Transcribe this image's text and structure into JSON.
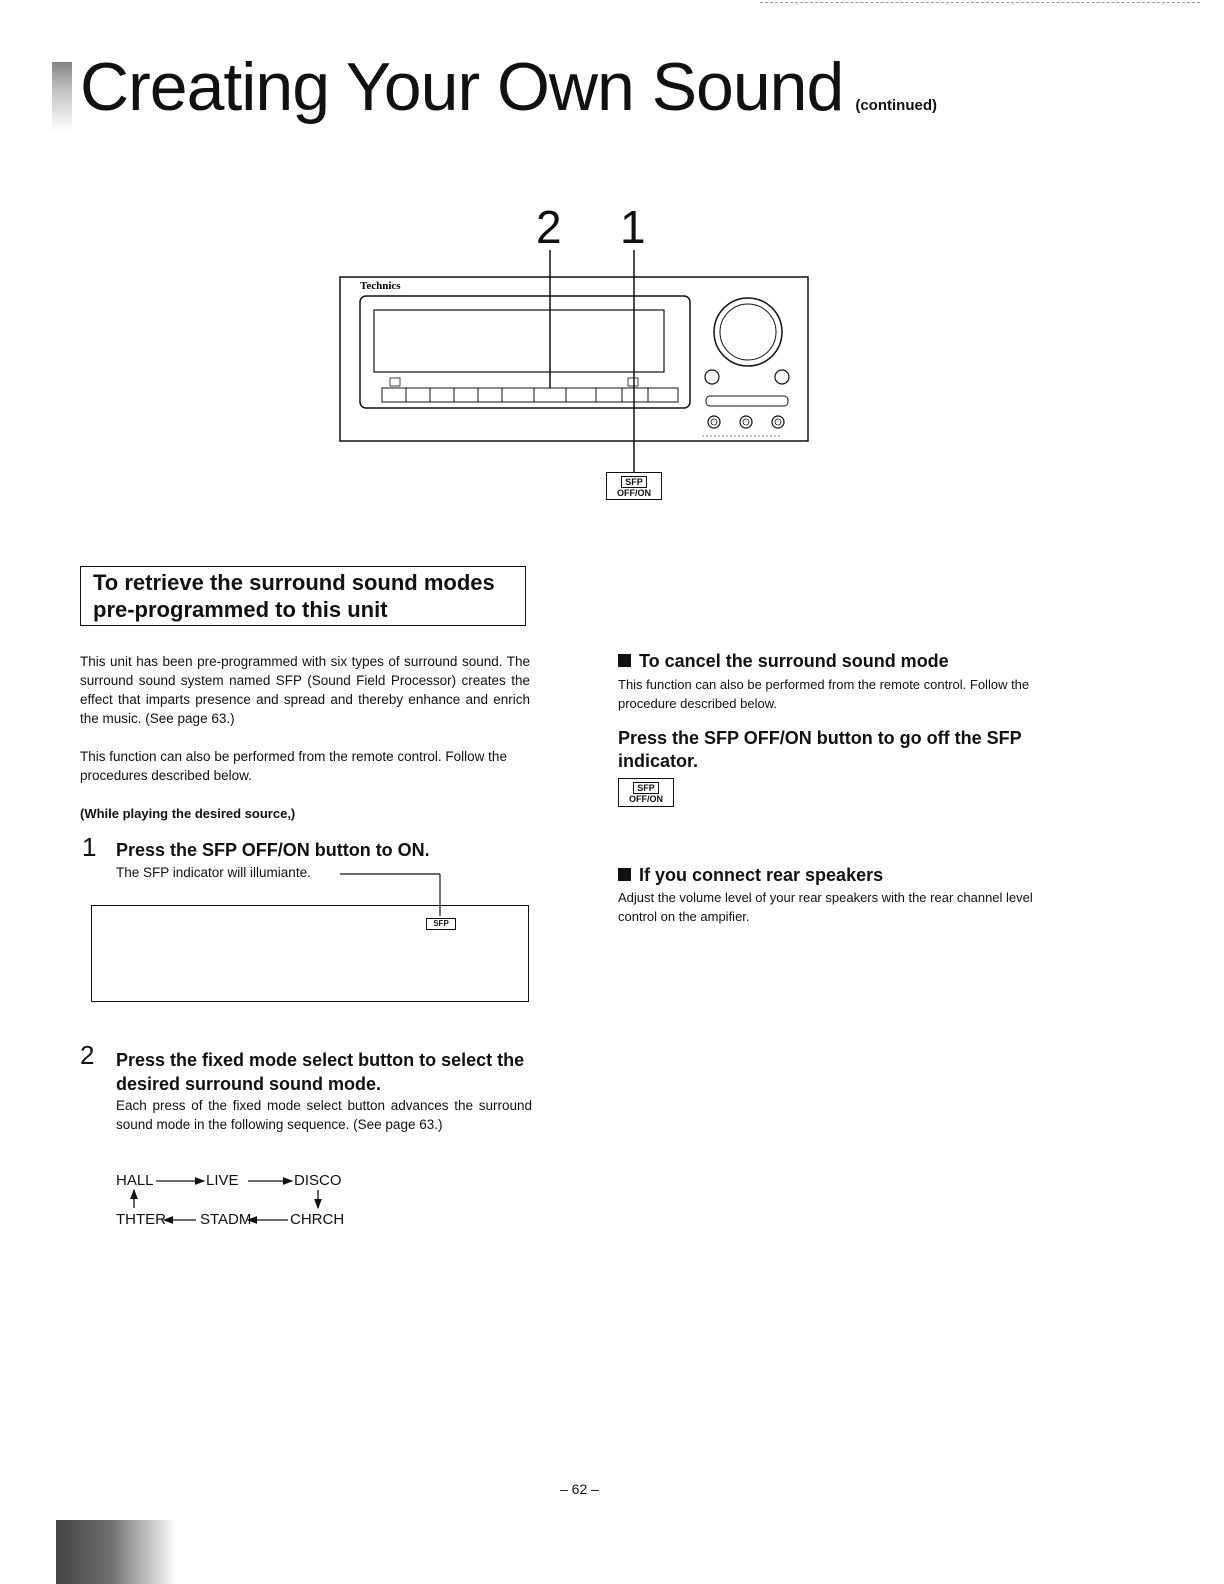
{
  "header": {
    "title": "Creating Your Own Sound",
    "continued": "(continued)"
  },
  "diagram": {
    "callout_2": "2",
    "callout_1": "1",
    "brand": "Technics",
    "sfp_label_top": "SFP",
    "sfp_label_bottom": "OFF/ON"
  },
  "left": {
    "section_title": "To retrieve the surround sound modes pre-programmed to this unit",
    "intro": "This unit has been pre-programmed with six types of surround sound. The surround sound system named SFP (Sound Field Processor) creates the effect that imparts presence and spread and thereby enhance and enrich the music. (See page 63.)",
    "remote_note": "This function can also be performed from the remote control. Follow the procedures described below.",
    "while_playing": "(While playing the desired source,)",
    "step1": {
      "number": "1",
      "heading": "Press the SFP OFF/ON button to ON.",
      "note": "The SFP indicator will illumiante.",
      "indicator": "SFP"
    },
    "step2": {
      "number": "2",
      "heading": "Press the fixed mode select button to select the desired surround sound mode.",
      "body": "Each press of the fixed mode select button advances the surround sound mode in the following sequence. (See page 63.)"
    },
    "sequence": {
      "hall": "HALL",
      "live": "LIVE",
      "disco": "DISCO",
      "thter": "THTER",
      "stadm": "STADM",
      "chrch": "CHRCH"
    }
  },
  "right": {
    "cancel": {
      "heading": "To cancel the surround sound mode",
      "body": "This function can also be performed from the remote control. Follow the procedure described below.",
      "press": "Press the SFP OFF/ON button to go off the SFP indicator.",
      "sfp_top": "SFP",
      "sfp_bottom": "OFF/ON"
    },
    "rear": {
      "heading": "If you connect rear speakers",
      "body": "Adjust the volume level of your rear speakers with the rear channel level control on the ampifier."
    }
  },
  "footer": {
    "page": "– 62 –"
  }
}
